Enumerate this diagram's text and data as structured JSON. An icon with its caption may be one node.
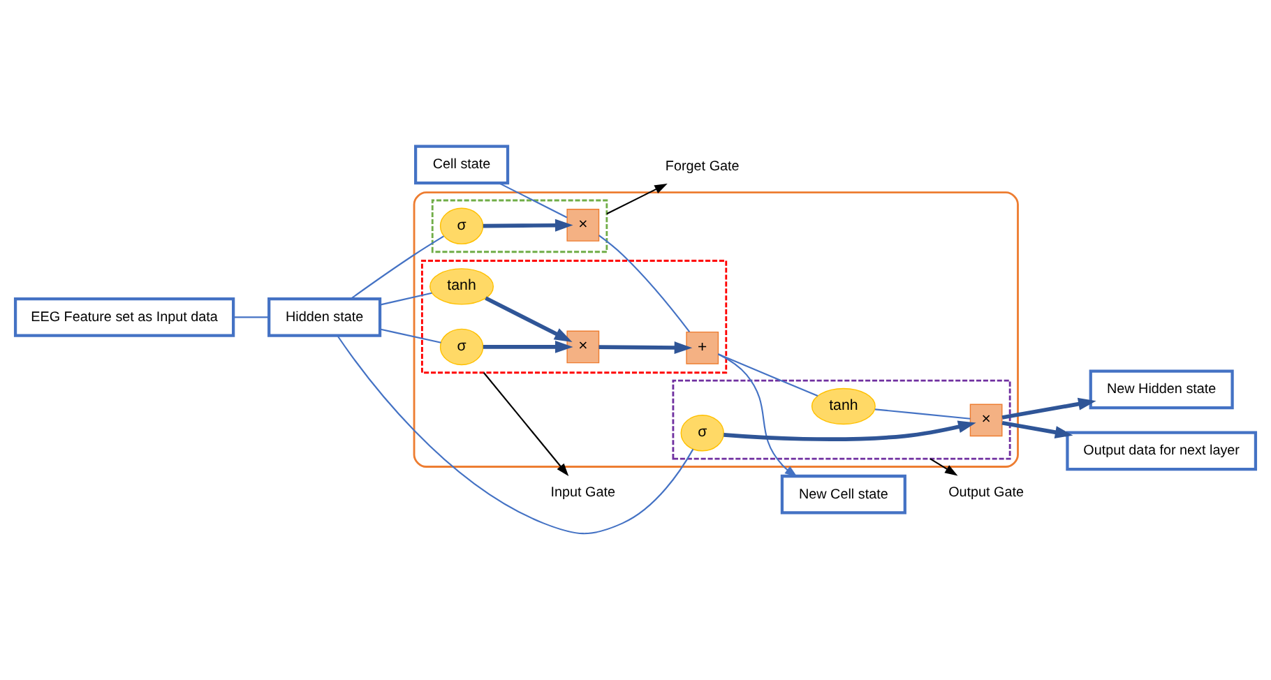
{
  "diagram": {
    "nodes": [
      {
        "text": [
          "Cell state"
        ]
      },
      {
        "text": [
          "New Cell state"
        ]
      },
      {
        "text": [
          "Hidden state"
        ]
      },
      {
        "text": [
          "New Hidden state"
        ]
      },
      {
        "text": [
          "EEG Feature set as Input data"
        ]
      },
      {
        "text": [
          "Output data for next layer"
        ]
      },
      {
        "text": [
          "Forget Gate"
        ]
      },
      {
        "text": [
          "Input Gate"
        ]
      },
      {
        "text": [
          "Output Gate"
        ]
      },
      {
        "text": [],
        "shape": "box"
      },
      {
        "text": [],
        "shape": "box",
        "in": 9
      },
      {
        "text": [],
        "shape": "box",
        "in": 9
      },
      {
        "text": [],
        "shape": "box",
        "in": 9
      },
      {
        "text": [
          "×"
        ],
        "in": 10
      },
      {
        "text": [
          "σ"
        ],
        "in": 10
      },
      {
        "text": [
          "σ"
        ],
        "in": 11
      },
      {
        "text": [
          "×"
        ],
        "in": 11
      },
      {
        "text": [
          "tanh"
        ],
        "in": 11
      },
      {
        "text": [
          "+"
        ],
        "in": 11
      },
      {
        "text": [
          "tanh"
        ],
        "in": 12
      },
      {
        "text": [
          "σ"
        ],
        "in": 12
      },
      {
        "text": [
          "×"
        ],
        "in": 12
      }
    ],
    "edges": [
      {
        "from": 0,
        "to": 13,
        "arrow": "none"
      },
      {
        "from": 13,
        "to": 18,
        "arrow": "none"
      },
      {
        "from": 18,
        "to": 1,
        "arrow": "to"
      },
      {
        "from": 18,
        "to": 19,
        "arrow": "none"
      },
      {
        "from": 14,
        "to": 13,
        "arrow": "to",
        "style": "thick"
      },
      {
        "from": 2,
        "to": 14,
        "arrow": "none"
      },
      {
        "from": 2,
        "to": 15,
        "arrow": "none"
      },
      {
        "from": 2,
        "to": 17,
        "arrow": "none"
      },
      {
        "from": 2,
        "to": 20,
        "arrow": "none"
      },
      {
        "from": 4,
        "to": 2,
        "arrow": "none"
      },
      {
        "from": 15,
        "to": 16,
        "arrow": "to",
        "style": "thick"
      },
      {
        "from": 17,
        "to": 16,
        "arrow": "to",
        "style": "thick"
      },
      {
        "from": 16,
        "to": 18,
        "arrow": "to",
        "style": "thick"
      },
      {
        "from": 20,
        "to": 21,
        "arrow": "to",
        "style": "thick"
      },
      {
        "from": 19,
        "to": 21,
        "arrow": "none"
      },
      {
        "from": 21,
        "to": 3,
        "arrow": "to",
        "style": "thick"
      },
      {
        "from": 21,
        "to": 5,
        "arrow": "to",
        "style": "thick"
      },
      {
        "from": 10,
        "to": 6,
        "arrow": "to",
        "color": "#000000"
      },
      {
        "from": 11,
        "to": 7,
        "arrow": "to",
        "color": "#000000"
      },
      {
        "from": 12,
        "to": 8,
        "arrow": "to",
        "color": "#000000"
      }
    ]
  }
}
